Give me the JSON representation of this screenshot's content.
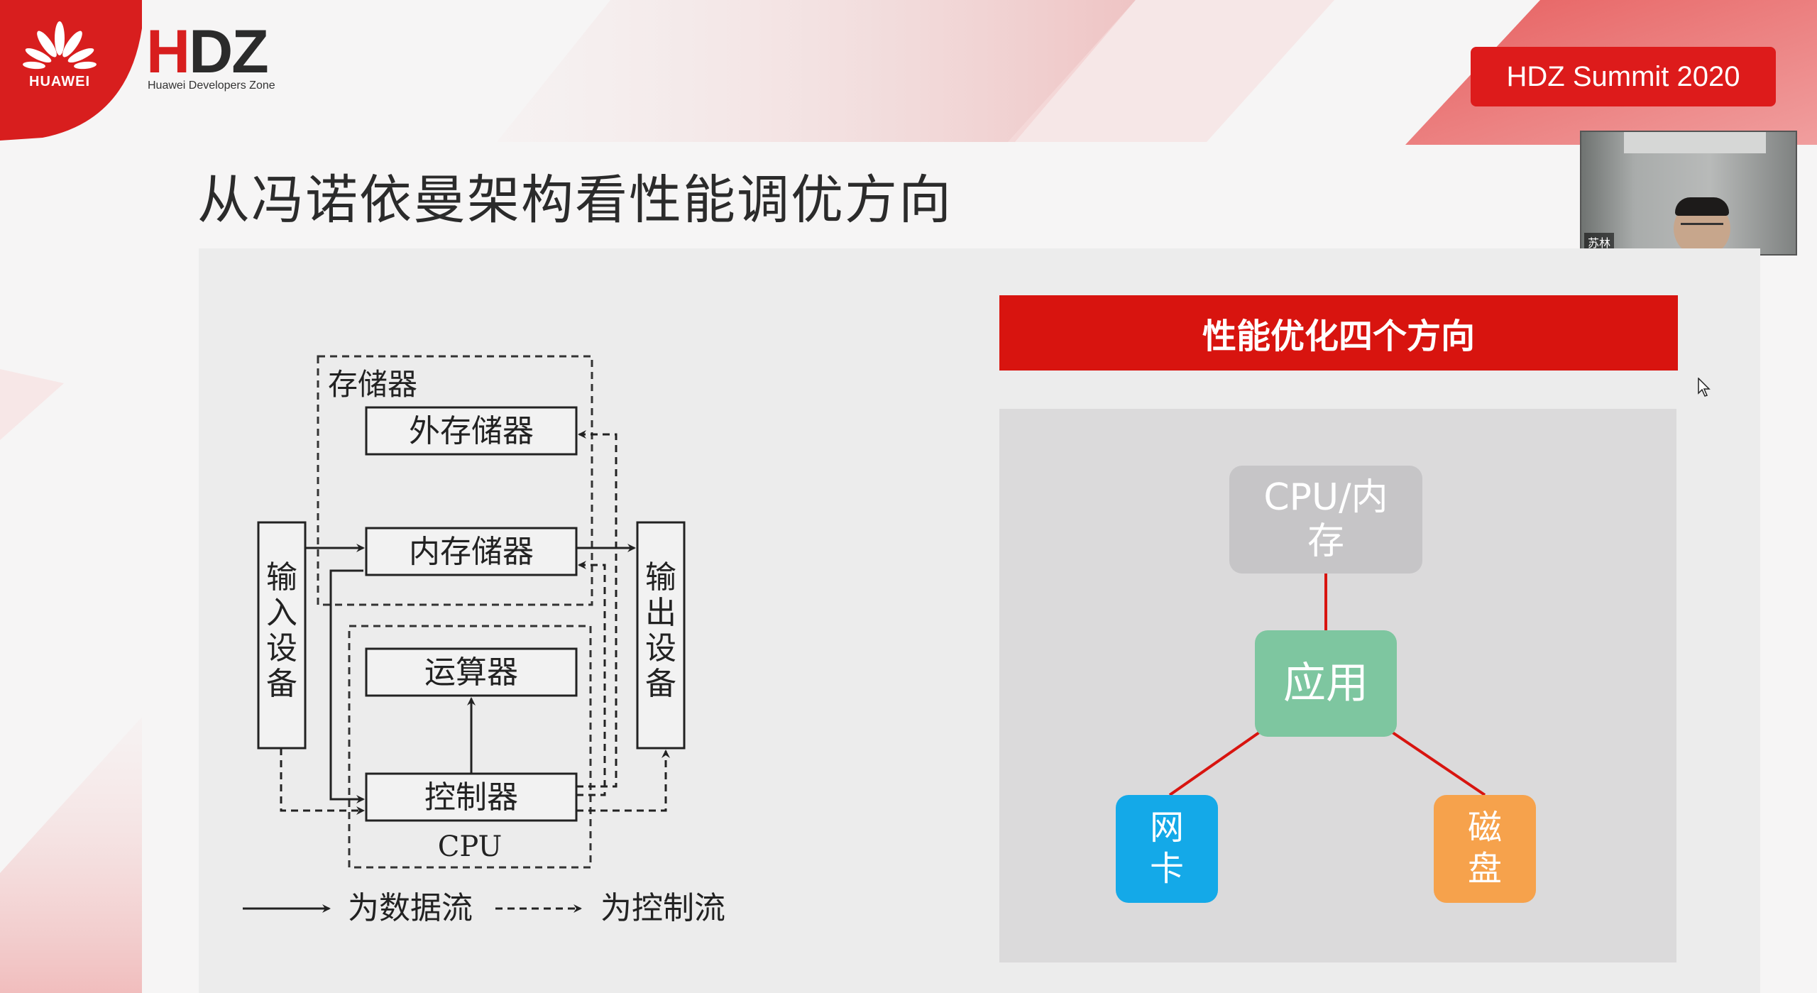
{
  "header": {
    "huawei_logo_text": "HUAWEI",
    "hdz_logo_letters": "HDZ",
    "hdz_logo_subtitle": "Huawei Developers Zone",
    "event_badge": "HDZ Summit 2020"
  },
  "webcam": {
    "participant_name": "苏林"
  },
  "slide": {
    "title": "从冯诺依曼架构看性能调优方向"
  },
  "left_diagram": {
    "memory_group_label": "存储器",
    "external_storage": "外存储器",
    "internal_memory": "内存储器",
    "alu": "运算器",
    "controller": "控制器",
    "cpu_label": "CPU",
    "input_device": [
      "输",
      "入",
      "设",
      "备"
    ],
    "output_device": [
      "输",
      "出",
      "设",
      "备"
    ],
    "legend_data_flow": "为数据流",
    "legend_control_flow": "为控制流"
  },
  "right_diagram": {
    "title": "性能优化四个方向",
    "nodes": {
      "cpu_memory": [
        "CPU/内",
        "存"
      ],
      "application": "应用",
      "network_card": [
        "网",
        "卡"
      ],
      "disk": [
        "磁",
        "盘"
      ]
    },
    "colors": {
      "title_bar": "#d8140f",
      "cpu_memory": "#c6c5c7",
      "application": "#7ec6a0",
      "network_card": "#14a9e8",
      "disk": "#f6a24c",
      "connector": "#d8140f"
    }
  }
}
